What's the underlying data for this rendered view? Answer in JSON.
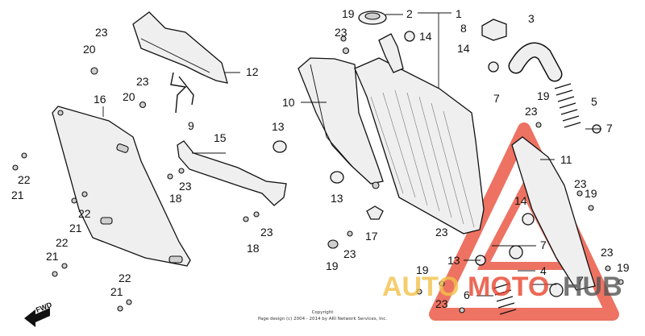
{
  "callouts": {
    "c1": "1",
    "c2": "2",
    "c3": "3",
    "c4": "4",
    "c5": "5",
    "c6": "6",
    "c7a": "7",
    "c7b": "7",
    "c7c": "7",
    "c7d": "7",
    "c8": "8",
    "c9": "9",
    "c10": "10",
    "c11": "11",
    "c12": "12",
    "c13a": "13",
    "c13b": "13",
    "c13c": "13",
    "c14a": "14",
    "c14b": "14",
    "c14c": "14",
    "c15": "15",
    "c16": "16",
    "c17": "17",
    "c18a": "18",
    "c18b": "18",
    "c19a": "19",
    "c19b": "19",
    "c19c": "19",
    "c19d": "19",
    "c19e": "19",
    "c19f": "19",
    "c20a": "20",
    "c20b": "20",
    "c21a": "21",
    "c21b": "21",
    "c21c": "21",
    "c21d": "21",
    "c22a": "22",
    "c22b": "22",
    "c22c": "22",
    "c22d": "22",
    "c23a": "23",
    "c23b": "23",
    "c23c": "23",
    "c23d": "23",
    "c23e": "23",
    "c23f": "23",
    "c23g": "23",
    "c23h": "23",
    "c23i": "23",
    "c23j": "23",
    "c23k": "23"
  },
  "fwd_label": "FWD",
  "copyright": {
    "line1": "Copyright",
    "line2": "Page design (c) 2004 - 2014 by ARI Network Services, Inc."
  },
  "watermark": {
    "part1": "AUTO",
    "part2": "MOTO",
    "part3": "HUB",
    "color": "#e8442e",
    "accent": "#f3c14b"
  }
}
